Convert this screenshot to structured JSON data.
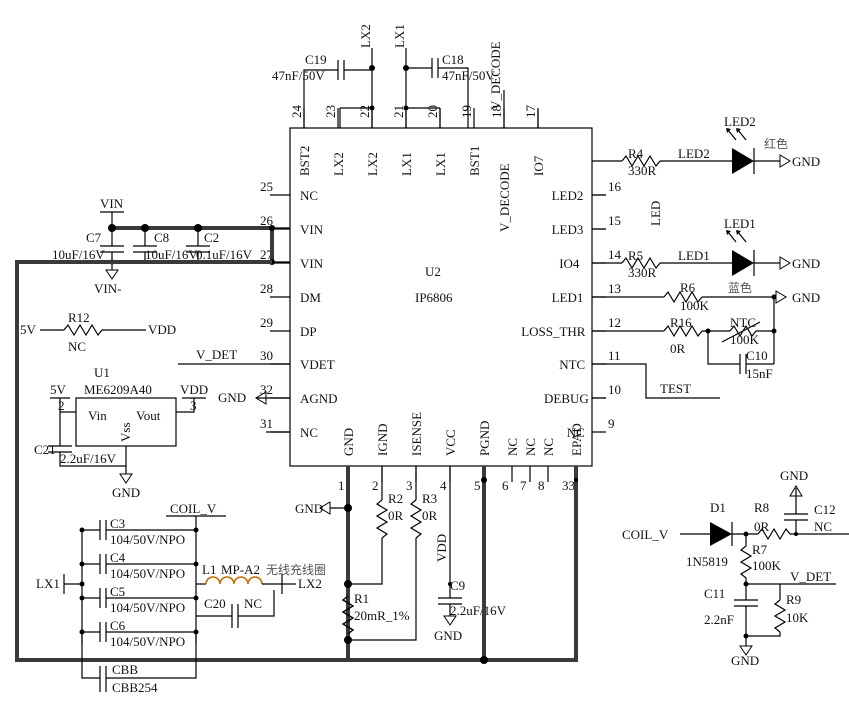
{
  "ic_main": {
    "ref": "U2",
    "part": "IP6806",
    "top_pins": [
      {
        "num": "24",
        "name": "BST2"
      },
      {
        "num": "23",
        "name": "LX2"
      },
      {
        "num": "22",
        "name": "LX2"
      },
      {
        "num": "21",
        "name": "LX1"
      },
      {
        "num": "20",
        "name": "LX1"
      },
      {
        "num": "19",
        "name": "BST1"
      },
      {
        "num": "18",
        "name": "V_DECODE"
      },
      {
        "num": "17",
        "name": "IO7"
      }
    ],
    "left_pins": [
      {
        "num": "25",
        "name": "NC"
      },
      {
        "num": "26",
        "name": "VIN"
      },
      {
        "num": "27",
        "name": "VIN"
      },
      {
        "num": "28",
        "name": "DM"
      },
      {
        "num": "29",
        "name": "DP"
      },
      {
        "num": "30",
        "name": "VDET"
      },
      {
        "num": "32",
        "name": "AGND"
      },
      {
        "num": "31",
        "name": "NC"
      }
    ],
    "right_pins": [
      {
        "num": "16",
        "name": "LED2"
      },
      {
        "num": "15",
        "name": "LED3"
      },
      {
        "num": "14",
        "name": "IO4"
      },
      {
        "num": "13",
        "name": "LED1"
      },
      {
        "num": "12",
        "name": "LOSS_THR"
      },
      {
        "num": "11",
        "name": "NTC"
      },
      {
        "num": "10",
        "name": "DEBUG"
      },
      {
        "num": "9",
        "name": "NC"
      }
    ],
    "bottom_pins": [
      {
        "num": "1",
        "name": "GND"
      },
      {
        "num": "2",
        "name": "IGND"
      },
      {
        "num": "3",
        "name": "ISENSE"
      },
      {
        "num": "4",
        "name": "VCC"
      },
      {
        "num": "5",
        "name": "PGND"
      },
      {
        "num": "6",
        "name": "NC"
      },
      {
        "num": "7",
        "name": "NC"
      },
      {
        "num": "8",
        "name": "NC"
      },
      {
        "num": "33",
        "name": "EPAD"
      }
    ]
  },
  "top_caps": {
    "c19": {
      "ref": "C19",
      "value": "47nF/50V"
    },
    "c18": {
      "ref": "C18",
      "value": "47nF/50V"
    },
    "net_lx2": "LX2",
    "net_lx1": "LX1",
    "net_vdecode": "V_DECODE"
  },
  "leds": {
    "r4": {
      "ref": "R4",
      "value": "330R"
    },
    "r5": {
      "ref": "R5",
      "value": "330R"
    },
    "led2": {
      "ref": "LED2",
      "color": "红色",
      "net": "LED2"
    },
    "led1": {
      "ref": "LED1",
      "color": "蓝色",
      "net": "LED1"
    },
    "vertical_label": "LED",
    "gnd": "GND"
  },
  "right_mid": {
    "r6": {
      "ref": "R6",
      "value": "100K"
    },
    "r16": {
      "ref": "R16",
      "value": "0R"
    },
    "ntc": {
      "ref": "NTC",
      "value": "100K"
    },
    "c10": {
      "ref": "C10",
      "value": "15nF"
    },
    "gnd": "GND",
    "test": "TEST"
  },
  "vin_block": {
    "vin_top": "VIN",
    "vin_bottom": "VIN-",
    "c7": {
      "ref": "C7",
      "value": "10uF/16V"
    },
    "c8": {
      "ref": "C8",
      "value": "10uF/16V"
    },
    "c2": {
      "ref": "C2",
      "value": "0.1uF/16V"
    }
  },
  "r12": {
    "ref": "R12",
    "value": "NC",
    "left": "5V",
    "right": "VDD"
  },
  "u1": {
    "ref": "U1",
    "part": "ME6209A40",
    "vin": "Vin",
    "vout": "Vout",
    "vss": "Vss",
    "pin_in": "2",
    "pin_out": "3",
    "in_net": "5V",
    "out_net": "VDD",
    "gnd": "GND"
  },
  "c21": {
    "ref": "C21",
    "value": "2.2uF/16V"
  },
  "left_nets": {
    "v_det": "V_DET",
    "gnd": "GND"
  },
  "coil_block": {
    "coil_v": "COIL_V",
    "lx1": "LX1",
    "lx2": "LX2",
    "c3": {
      "ref": "C3",
      "value": "104/50V/NPO"
    },
    "c4": {
      "ref": "C4",
      "value": "104/50V/NPO"
    },
    "c5": {
      "ref": "C5",
      "value": "104/50V/NPO"
    },
    "c6": {
      "ref": "C6",
      "value": "104/50V/NPO"
    },
    "cbb": {
      "ref": "CBB",
      "value": "CBB254"
    },
    "l1": {
      "ref": "L1",
      "part": "MP-A2",
      "desc": "无线充线圈"
    },
    "c20": {
      "ref": "C20",
      "value": "NC"
    }
  },
  "bottom_parts": {
    "r2": {
      "ref": "R2",
      "value": "0R"
    },
    "r3": {
      "ref": "R3",
      "value": "0R"
    },
    "r1": {
      "ref": "R1",
      "value": "20mR_1%"
    },
    "c9": {
      "ref": "C9",
      "value": "2.2uF/16V"
    },
    "vdd": "VDD",
    "gnd": "GND"
  },
  "coil_detect": {
    "d1": {
      "ref": "D1",
      "part": "1N5819"
    },
    "r8": {
      "ref": "R8",
      "value": "0R"
    },
    "c12": {
      "ref": "C12",
      "value": "NC"
    },
    "r7": {
      "ref": "R7",
      "value": "100K"
    },
    "r9": {
      "ref": "R9",
      "value": "10K"
    },
    "c11": {
      "ref": "C11",
      "value": "2.2nF"
    },
    "coil_v": "COIL_V",
    "v_det": "V_DET",
    "gnd": "GND"
  }
}
